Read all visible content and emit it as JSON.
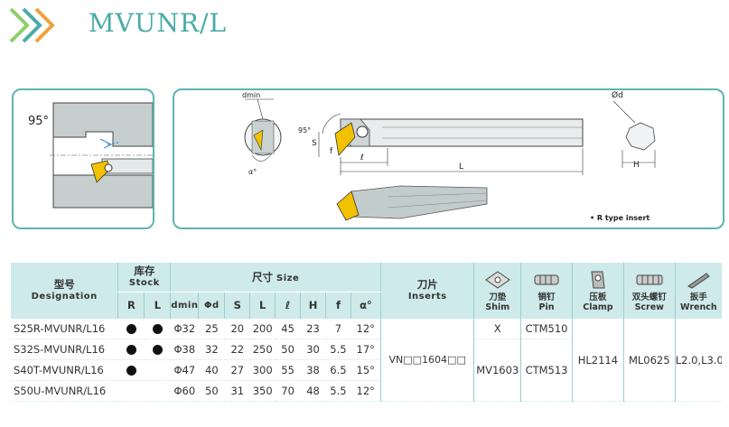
{
  "header": {
    "title": "MVUNR/L"
  },
  "diagram_left": {
    "angle_label": "95°"
  },
  "diagram_right": {
    "dmin_label": "dmin",
    "angle_label": "95°",
    "s_label": "S",
    "f_label": "f",
    "l_label": "ℓ",
    "L_label": "L",
    "alpha_label": "α°",
    "phi_d_label": "Ød",
    "H_label": "H",
    "note": "• R type insert"
  },
  "table": {
    "designation": {
      "cn": "型号",
      "en": "Designation"
    },
    "stock": {
      "cn": "库存",
      "en": "Stock",
      "cols": [
        "R",
        "L"
      ]
    },
    "size": {
      "cn": "尺寸",
      "en": "Size",
      "cols": [
        "dmin",
        "Φd",
        "S",
        "L",
        "ℓ",
        "H",
        "f",
        "α°"
      ]
    },
    "inserts": {
      "cn": "刀片",
      "en": "Inserts"
    },
    "parts": [
      {
        "cn": "刀垫",
        "en": "Shim",
        "icon": "shim-icon"
      },
      {
        "cn": "销钉",
        "en": "Pin",
        "icon": "pin-icon"
      },
      {
        "cn": "压板",
        "en": "Clamp",
        "icon": "clamp-icon"
      },
      {
        "cn": "双头螺钉",
        "en": "Screw",
        "icon": "screw-icon"
      },
      {
        "cn": "扳手",
        "en": "Wrench",
        "icon": "wrench-icon"
      }
    ],
    "rows": [
      {
        "designation": "S25R-MVUNR/L16",
        "R": true,
        "L": "200",
        "dmin": "Φ32",
        "d": "25",
        "S": "20",
        "l": "45",
        "H": "23",
        "f": "7",
        "a": "12°"
      },
      {
        "designation": "S32S-MVUNR/L16",
        "R": true,
        "L": "250",
        "dmin": "Φ38",
        "d": "32",
        "S": "22",
        "l": "50",
        "H": "30",
        "f": "5.5",
        "a": "17°"
      },
      {
        "designation": "S40T-MVUNR/L16",
        "R": true,
        "L": "300",
        "dmin": "Φ47",
        "d": "40",
        "S": "27",
        "l": "55",
        "H": "38",
        "f": "6.5",
        "a": "15°"
      },
      {
        "designation": "S50U-MVUNR/L16",
        "R": false,
        "L": "350",
        "dmin": "Φ60",
        "d": "50",
        "S": "31",
        "l": "70",
        "H": "48",
        "f": "5.5",
        "a": "12°"
      }
    ],
    "insert_value": "VN□□1604□□",
    "shim_values": [
      "X",
      "MV1603"
    ],
    "pin_values": [
      "CTM510",
      "CTM513"
    ],
    "clamp_value": "HL2114",
    "screw_value": "ML0625",
    "wrench_value": "L2.0,L3.0"
  }
}
